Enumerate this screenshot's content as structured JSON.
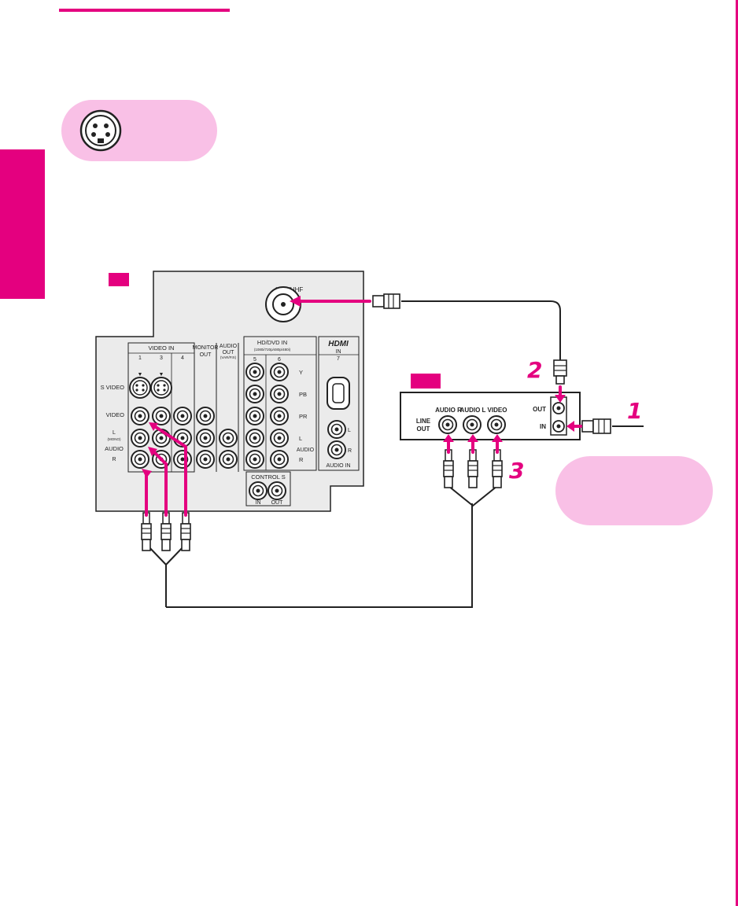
{
  "colors": {
    "accent": "#e4007f",
    "bubble": "#f9c0e6",
    "panel": "#ebebeb",
    "line": "#222222"
  },
  "tv_panel": {
    "vhf_uhf": "VHF/UHF",
    "video_in": {
      "title": "VIDEO IN",
      "cols": [
        "1",
        "3",
        "4"
      ]
    },
    "monitor_out": {
      "l1": "MONITOR",
      "l2": "OUT"
    },
    "audio_out": {
      "l1": "AUDIO",
      "l2": "OUT",
      "l3": "(VAR/FIX)"
    },
    "hd_dvd_in": {
      "title": "HD/DVD IN",
      "sub": "(1080i/720p/480p/480i)",
      "cols": [
        "5",
        "6"
      ]
    },
    "hdmi": {
      "logo": "HDMI",
      "in": "IN",
      "num": "7"
    },
    "row_labels": {
      "s_video": "S VIDEO",
      "video": "VIDEO",
      "l": "L",
      "mono": "(MONO)",
      "audio": "AUDIO",
      "r": "R"
    },
    "component_labels": {
      "y": "Y",
      "pb": "PB",
      "pr": "PR",
      "l": "L",
      "r": "R",
      "audio": "AUDIO"
    },
    "hdmi_audio": {
      "l": "L",
      "r": "R",
      "audio_in": "AUDIO IN"
    },
    "control_s": {
      "title": "CONTROL S",
      "in": "IN",
      "out": "OUT"
    }
  },
  "vcr_panel": {
    "line_out": {
      "l1": "LINE",
      "l2": "OUT"
    },
    "audio_r": "AUDIO R",
    "audio_l": "AUDIO L",
    "video": "VIDEO",
    "out": "OUT",
    "in": "IN"
  },
  "steps": [
    "1",
    "2",
    "3"
  ],
  "icons": [
    "s-video-connector-icon"
  ]
}
